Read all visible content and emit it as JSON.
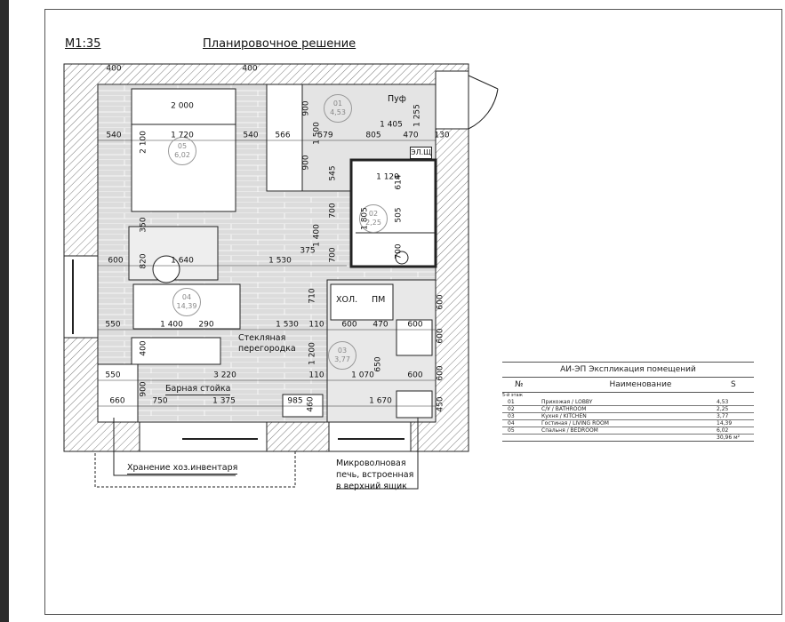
{
  "header": {
    "scale": "M1:35",
    "title": "Планировочное решение"
  },
  "plan": {
    "rooms": [
      {
        "num": "01",
        "area": "4,53"
      },
      {
        "num": "05",
        "area": "6,02"
      },
      {
        "num": "02",
        "area": "2,25"
      },
      {
        "num": "04",
        "area": "14,39"
      },
      {
        "num": "03",
        "area": "3,77"
      }
    ],
    "labels": {
      "pouf": "Пуф",
      "panel": "ЭЛ.Щ",
      "fridge": "ХОЛ.",
      "dishwasher": "ПМ",
      "glass_1": "Стекляная",
      "glass_2": "перегородка",
      "bar": "Барная стойка",
      "storage": "Хранение хоз.инвентаря",
      "micro_1": "Микроволновая",
      "micro_2": "печь, встроенная",
      "micro_3": "в верхний ящик"
    },
    "dims": [
      "400",
      "400",
      "2 000",
      "540",
      "1 720",
      "540",
      "566",
      "579",
      "805",
      "470",
      "130",
      "1 405",
      "900",
      "900",
      "1 500",
      "1 255",
      "2 100",
      "545",
      "614",
      "1 120",
      "350",
      "1 400",
      "700",
      "1 805",
      "505",
      "700",
      "700",
      "600",
      "820",
      "1 640",
      "1 530",
      "375",
      "710",
      "600",
      "550",
      "1 400",
      "290",
      "1 530",
      "110",
      "600",
      "470",
      "600",
      "600",
      "400",
      "1 200",
      "650",
      "550",
      "3 220",
      "110",
      "1 070",
      "600",
      "600",
      "900",
      "660",
      "750",
      "1 375",
      "985",
      "460",
      "1 670",
      "450"
    ]
  },
  "table": {
    "title": "АИ-ЭП Экспликация помещений",
    "columns": [
      "№",
      "Наименование",
      "S"
    ],
    "floor": "5-й этаж",
    "rows": [
      {
        "num": "01",
        "name": "Прихожая / LOBBY",
        "area": "4,53"
      },
      {
        "num": "02",
        "name": "С/У / BATHROOM",
        "area": "2,25"
      },
      {
        "num": "03",
        "name": "Кухня  / KITCHEN",
        "area": "3,77"
      },
      {
        "num": "04",
        "name": "Гостиная / LIVING ROOM",
        "area": "14,39"
      },
      {
        "num": "05",
        "name": "Спальня / BEDROOM",
        "area": "6,02"
      }
    ],
    "total": "30,96 м²"
  }
}
